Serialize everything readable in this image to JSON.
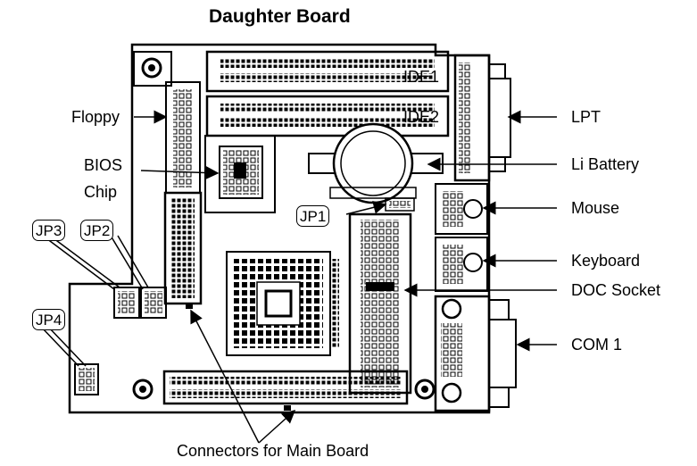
{
  "title": "Daughter Board",
  "labels": {
    "ide1": "IDE1",
    "ide2": "IDE2",
    "floppy": "Floppy",
    "bios_line1": "BIOS",
    "bios_line2": "Chip",
    "lpt": "LPT",
    "li_battery": "Li Battery",
    "mouse": "Mouse",
    "keyboard": "Keyboard",
    "doc_socket": "DOC Socket",
    "com1": "COM 1",
    "jp1": "JP1",
    "jp2": "JP2",
    "jp3": "JP3",
    "jp4": "JP4",
    "connectors": "Connectors for Main Board"
  }
}
